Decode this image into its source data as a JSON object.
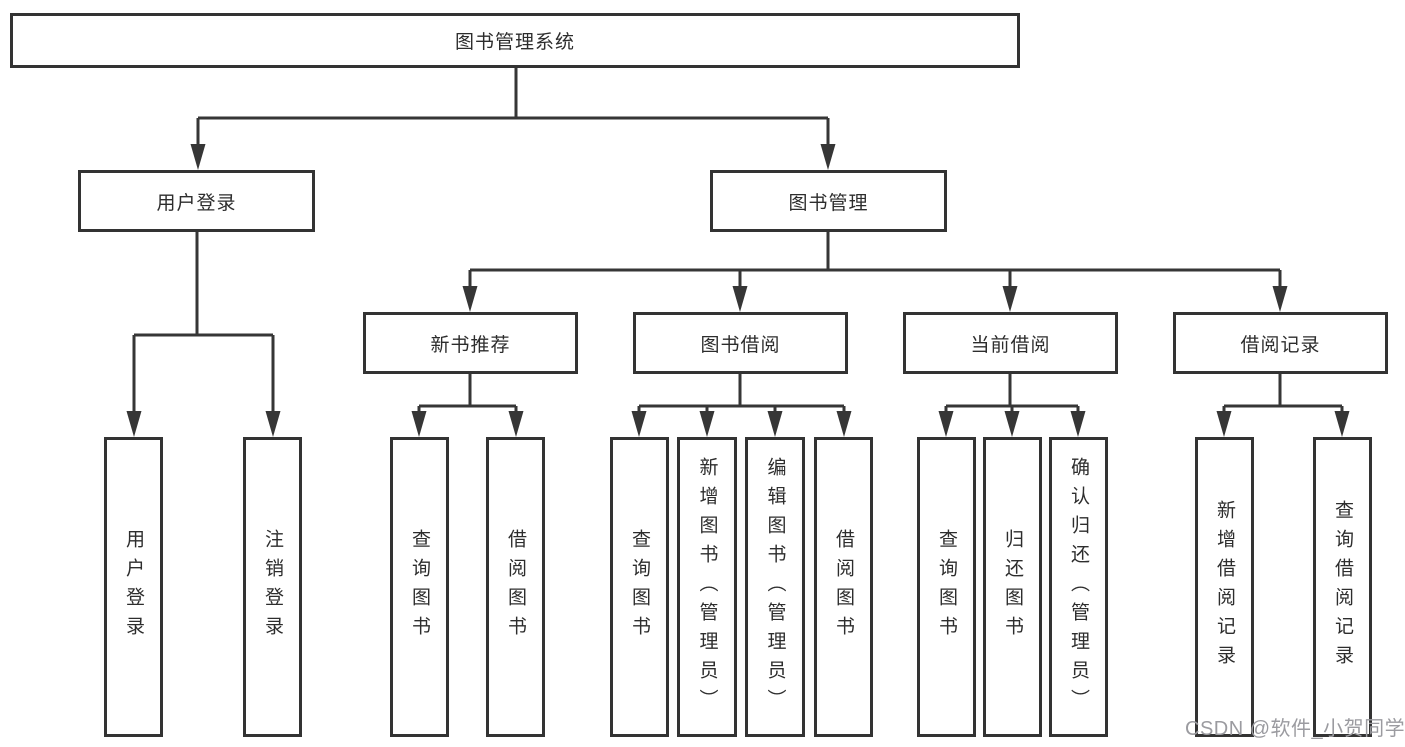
{
  "title": "图书管理系统",
  "tree": {
    "root": {
      "label": "图书管理系统",
      "children": [
        {
          "label": "用户登录",
          "children": [
            {
              "label": "用户登录"
            },
            {
              "label": "注销登录"
            }
          ]
        },
        {
          "label": "图书管理",
          "children": [
            {
              "label": "新书推荐",
              "children": [
                {
                  "label": "查询图书"
                },
                {
                  "label": "借阅图书"
                }
              ]
            },
            {
              "label": "图书借阅",
              "children": [
                {
                  "label": "查询图书"
                },
                {
                  "label": "新增图书（管理员）"
                },
                {
                  "label": "编辑图书（管理员）"
                },
                {
                  "label": "借阅图书"
                }
              ]
            },
            {
              "label": "当前借阅",
              "children": [
                {
                  "label": "查询图书"
                },
                {
                  "label": "归还图书"
                },
                {
                  "label": "确认归还（管理员）"
                }
              ]
            },
            {
              "label": "借阅记录",
              "children": [
                {
                  "label": "新增借阅记录"
                },
                {
                  "label": "查询借阅记录"
                }
              ]
            }
          ]
        }
      ]
    }
  },
  "watermark": "CSDN @软件_小贺同学",
  "colors": {
    "line": "#363636",
    "text": "#2d2d2d",
    "watermark": "#9b9ba0",
    "background": "#ffffff"
  }
}
